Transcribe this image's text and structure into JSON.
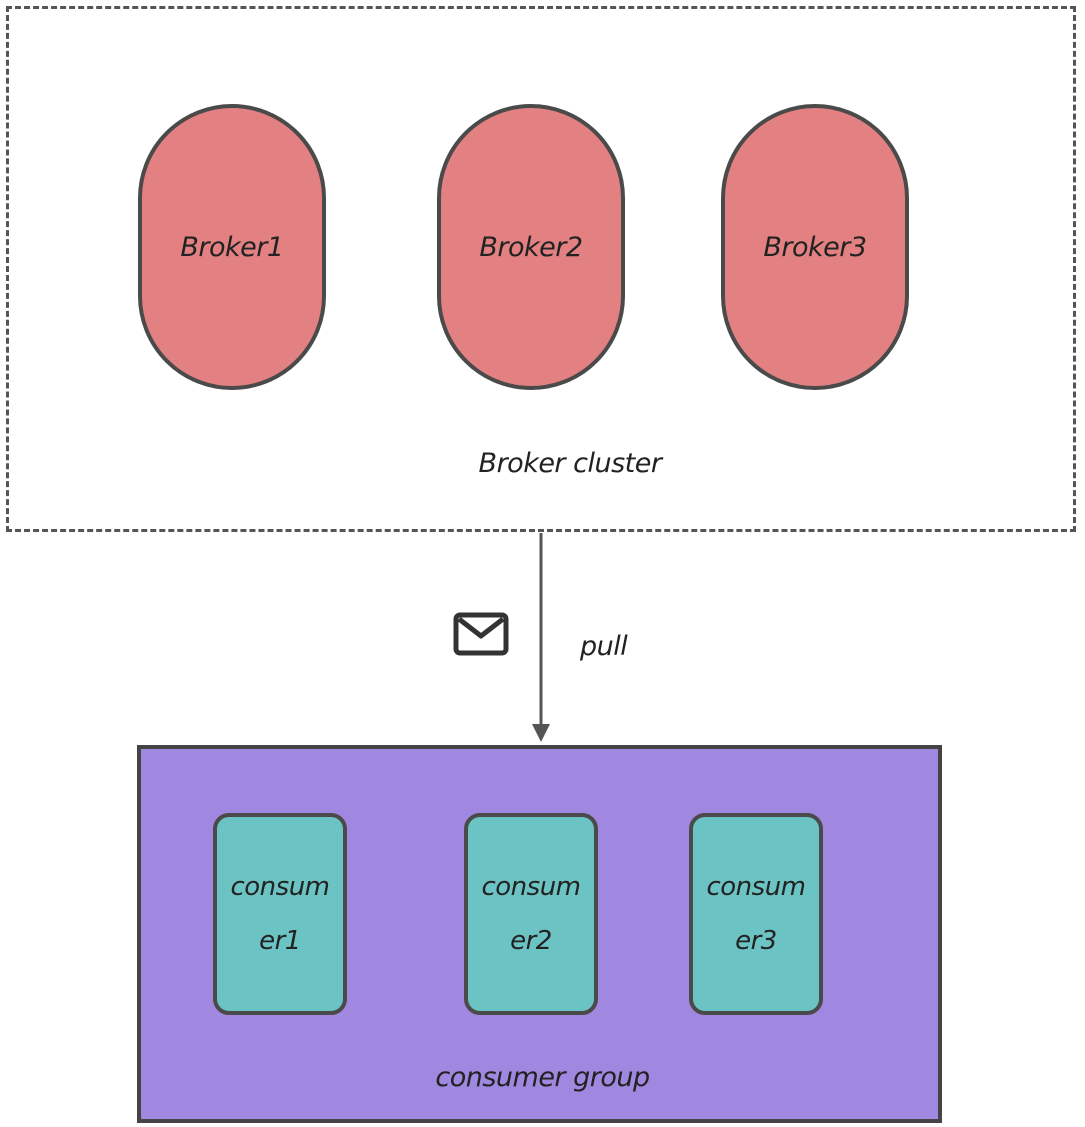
{
  "broker_cluster": {
    "label": "Broker cluster",
    "brokers": [
      {
        "label": "Broker1"
      },
      {
        "label": "Broker2"
      },
      {
        "label": "Broker3"
      }
    ]
  },
  "edge": {
    "label": "pull",
    "icon": "mail-icon"
  },
  "consumer_group": {
    "label": "consumer group",
    "consumers": [
      {
        "line1": "consum",
        "line2": "er1"
      },
      {
        "line1": "consum",
        "line2": "er2"
      },
      {
        "line1": "consum",
        "line2": "er3"
      }
    ]
  },
  "colors": {
    "broker_fill": "#e38182",
    "consumer_fill": "#6cc3c3",
    "group_fill": "#a088e0",
    "stroke": "#4a4a4a"
  }
}
